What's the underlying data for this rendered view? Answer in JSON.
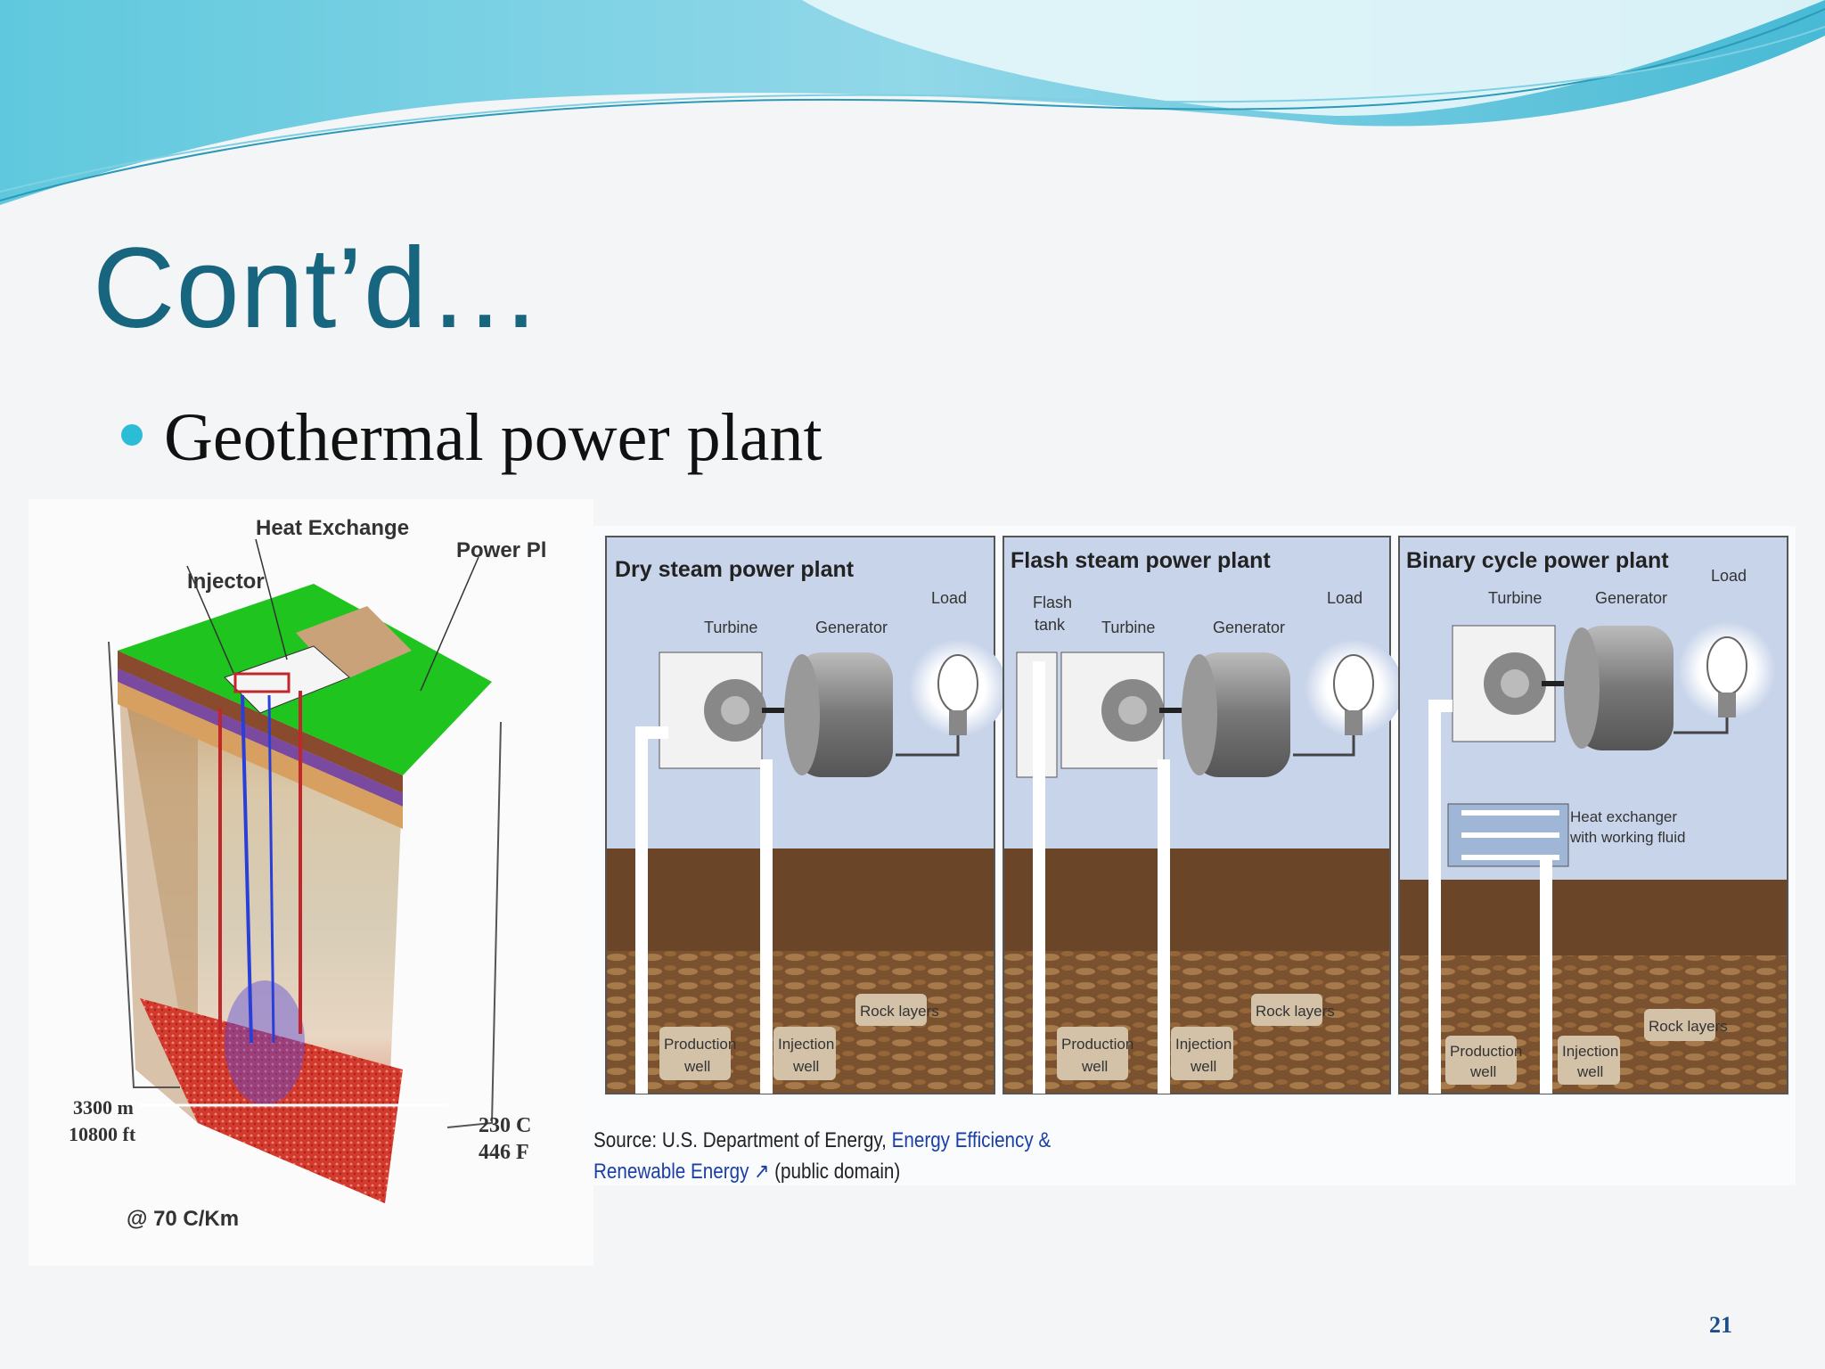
{
  "slide": {
    "title": "Cont’d…",
    "bullet": "Geothermal power plant",
    "page_number": "21"
  },
  "left_figure": {
    "labels": {
      "heat_exchange": "Heat Exchange",
      "power_plant": "Power Pl",
      "injector": "Injector",
      "depth_m": "3300 m",
      "depth_ft": "10800 ft",
      "temp_c": "230 C",
      "temp_f": "446 F",
      "gradient": "@ 70 C/Km"
    }
  },
  "right_figure": {
    "panels": [
      {
        "title": "Dry steam power plant",
        "turbine": "Turbine",
        "generator": "Generator",
        "load": "Load",
        "rock": "Rock layers",
        "production": [
          "Production",
          "well"
        ],
        "injection": [
          "Injection",
          "well"
        ]
      },
      {
        "title": "Flash steam power plant",
        "flash1": "Flash",
        "flash2": "tank",
        "turbine": "Turbine",
        "generator": "Generator",
        "load": "Load",
        "rock": "Rock layers",
        "production": [
          "Production",
          "well"
        ],
        "injection": [
          "Injection",
          "well"
        ]
      },
      {
        "title": "Binary cycle power plant",
        "turbine": "Turbine",
        "generator": "Generator",
        "load": "Load",
        "hx1": "Heat exchanger",
        "hx2": "with working fluid",
        "rock": "Rock layers",
        "production": [
          "Production",
          "well"
        ],
        "injection": [
          "Injection",
          "well"
        ]
      }
    ],
    "source": {
      "prefix": "Source: U.S. Department of Energy, ",
      "link1": "Energy Efficiency &",
      "link2": "Renewable Energy",
      "suffix": " (public domain)"
    }
  },
  "colors": {
    "title": "#17657e",
    "bullet": "#2bbcd6",
    "sky": "#c8d4ea",
    "soil": "#7a5230",
    "grass": "#22c322"
  }
}
